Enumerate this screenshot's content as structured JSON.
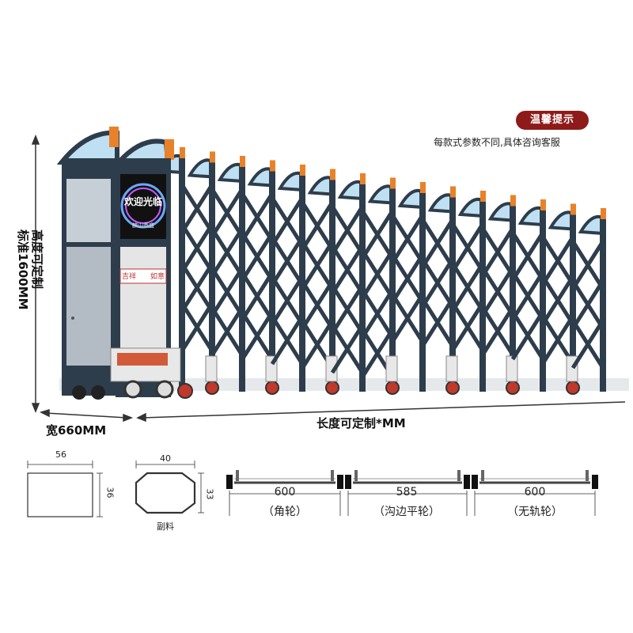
{
  "tip": {
    "badge": "温馨提示",
    "text": "每款式参数不同,具体咨询客服"
  },
  "dimensions": {
    "height_line1": "高度可定制",
    "height_line2": "标准1600MM",
    "width": "宽660MM",
    "length": "长度可定制*MM"
  },
  "sign": {
    "welcome": "欢迎光临",
    "sub": "麒山鼎盛",
    "banner_left": "吉祥",
    "banner_right": "如意"
  },
  "profiles": {
    "rect_width": "56",
    "rect_height": "36",
    "oct_width": "40",
    "oct_height": "33",
    "oct_caption": "副料"
  },
  "segments": [
    {
      "length": "600",
      "name": "（角轮）"
    },
    {
      "length": "585",
      "name": "（沟边平轮）"
    },
    {
      "length": "600",
      "name": "（无轨轮）"
    }
  ],
  "colors": {
    "frame": "#2e3d4c",
    "glass": "#bfe0f2",
    "accent_orange": "#e8822a",
    "tip_red": "#8e1a1a"
  }
}
